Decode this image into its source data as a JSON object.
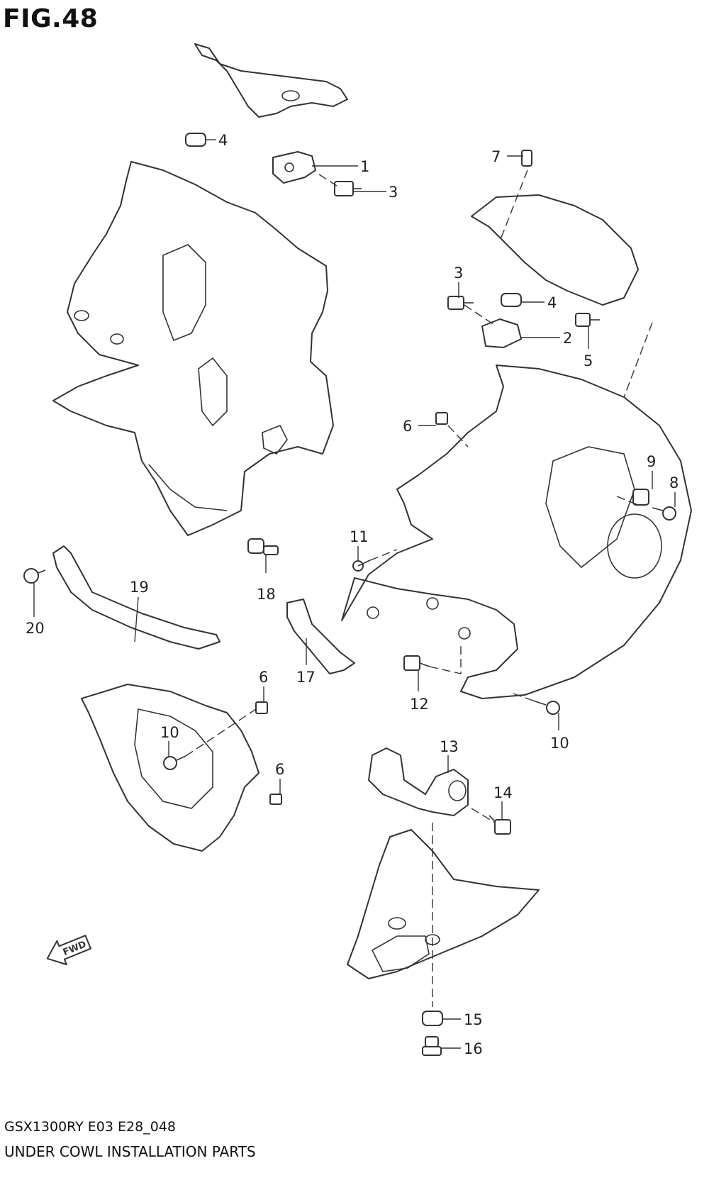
{
  "figure": {
    "title": "FIG.48"
  },
  "footer": {
    "code": "GSX1300RY E03 E28_048",
    "title": "UNDER COWL INSTALLATION PARTS"
  },
  "direction_badge": {
    "label": "FWD",
    "icon": "forward-arrow-icon"
  },
  "callouts": {
    "c1": "1",
    "c2": "2",
    "c3a": "3",
    "c3b": "3",
    "c4a": "4",
    "c4b": "4",
    "c5": "5",
    "c6a": "6",
    "c6b": "6",
    "c6c": "6",
    "c7": "7",
    "c8": "8",
    "c9": "9",
    "c10a": "10",
    "c10b": "10",
    "c11": "11",
    "c12": "12",
    "c13": "13",
    "c14": "14",
    "c15": "15",
    "c16": "16",
    "c17": "17",
    "c18": "18",
    "c19": "19",
    "c20": "20"
  }
}
